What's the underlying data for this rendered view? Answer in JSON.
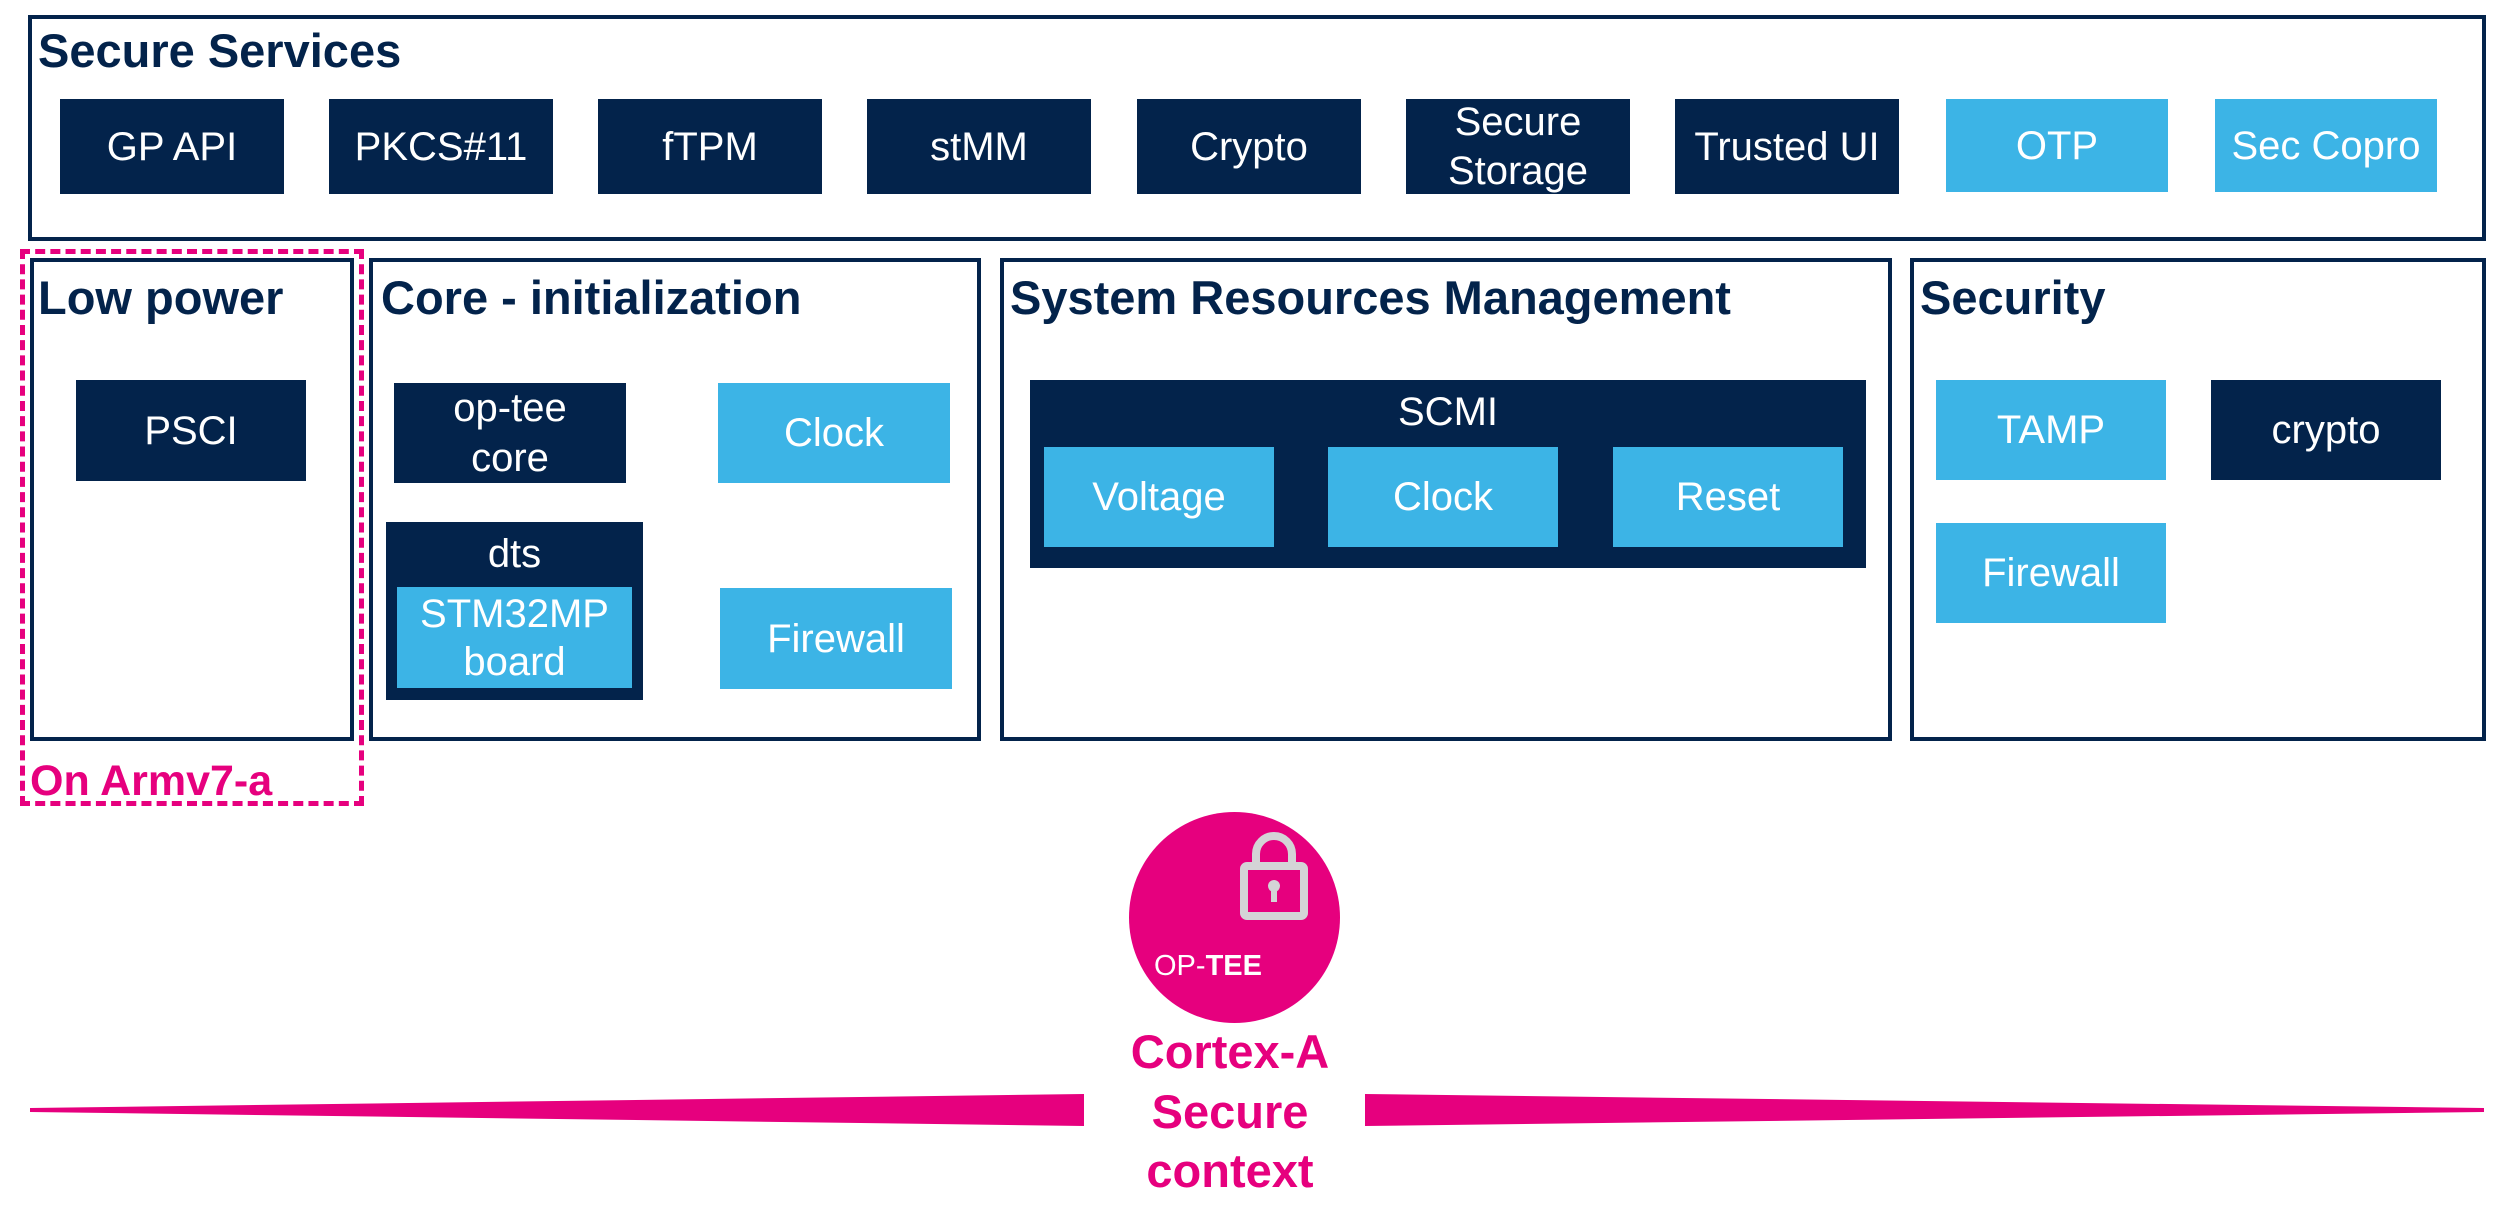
{
  "colors": {
    "navy": "#03234b",
    "light_blue": "#3cb4e6",
    "magenta": "#e6007e",
    "lock_gray": "#d4d4d6"
  },
  "secure_services": {
    "title": "Secure Services",
    "items": [
      {
        "label": "GP API",
        "style": "dark"
      },
      {
        "label": "PKCS#11",
        "style": "dark"
      },
      {
        "label": "fTPM",
        "style": "dark"
      },
      {
        "label": "stMM",
        "style": "dark"
      },
      {
        "label": "Crypto",
        "style": "dark"
      },
      {
        "label": "Secure\nStorage",
        "style": "dark"
      },
      {
        "label": "Trusted UI",
        "style": "dark"
      },
      {
        "label": "OTP",
        "style": "light"
      },
      {
        "label": "Sec Copro",
        "style": "light"
      }
    ]
  },
  "low_power": {
    "title": "Low power",
    "psci": "PSCI"
  },
  "armv7_note": "On Armv7-a",
  "core_init": {
    "title": "Core - initialization",
    "optee_core": "op-tee\ncore",
    "clock": "Clock",
    "dts": "dts",
    "stm32mp_board": "STM32MP\nboard",
    "firewall": "Firewall"
  },
  "srm": {
    "title": "System Resources Management",
    "scmi": "SCMI",
    "voltage": "Voltage",
    "clock": "Clock",
    "reset": "Reset"
  },
  "security": {
    "title": "Security",
    "tamp": "TAMP",
    "crypto": "crypto",
    "firewall": "Firewall"
  },
  "optee_logo": {
    "icon": "lock-icon",
    "text_prefix": "OP-",
    "text_bold": "TEE"
  },
  "context_label": "Cortex-A\nSecure\ncontext"
}
